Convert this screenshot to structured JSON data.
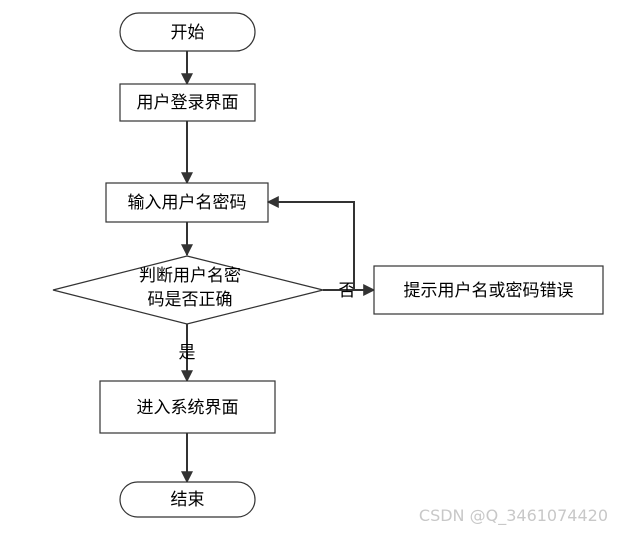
{
  "nodes": {
    "start": "开始",
    "login_page": "用户登录界面",
    "input_credentials": "输入用户名密码",
    "check_line1": "判断用户名密",
    "check_line2": "码是否正确",
    "error_prompt": "提示用户名或密码错误",
    "enter_system": "进入系统界面",
    "end": "结束"
  },
  "edges": {
    "yes_label": "是",
    "no_label": "否"
  },
  "watermark": "CSDN @Q_3461074420",
  "colors": {
    "stroke": "#333333",
    "background": "#ffffff",
    "watermark": "#c8c8c8"
  }
}
